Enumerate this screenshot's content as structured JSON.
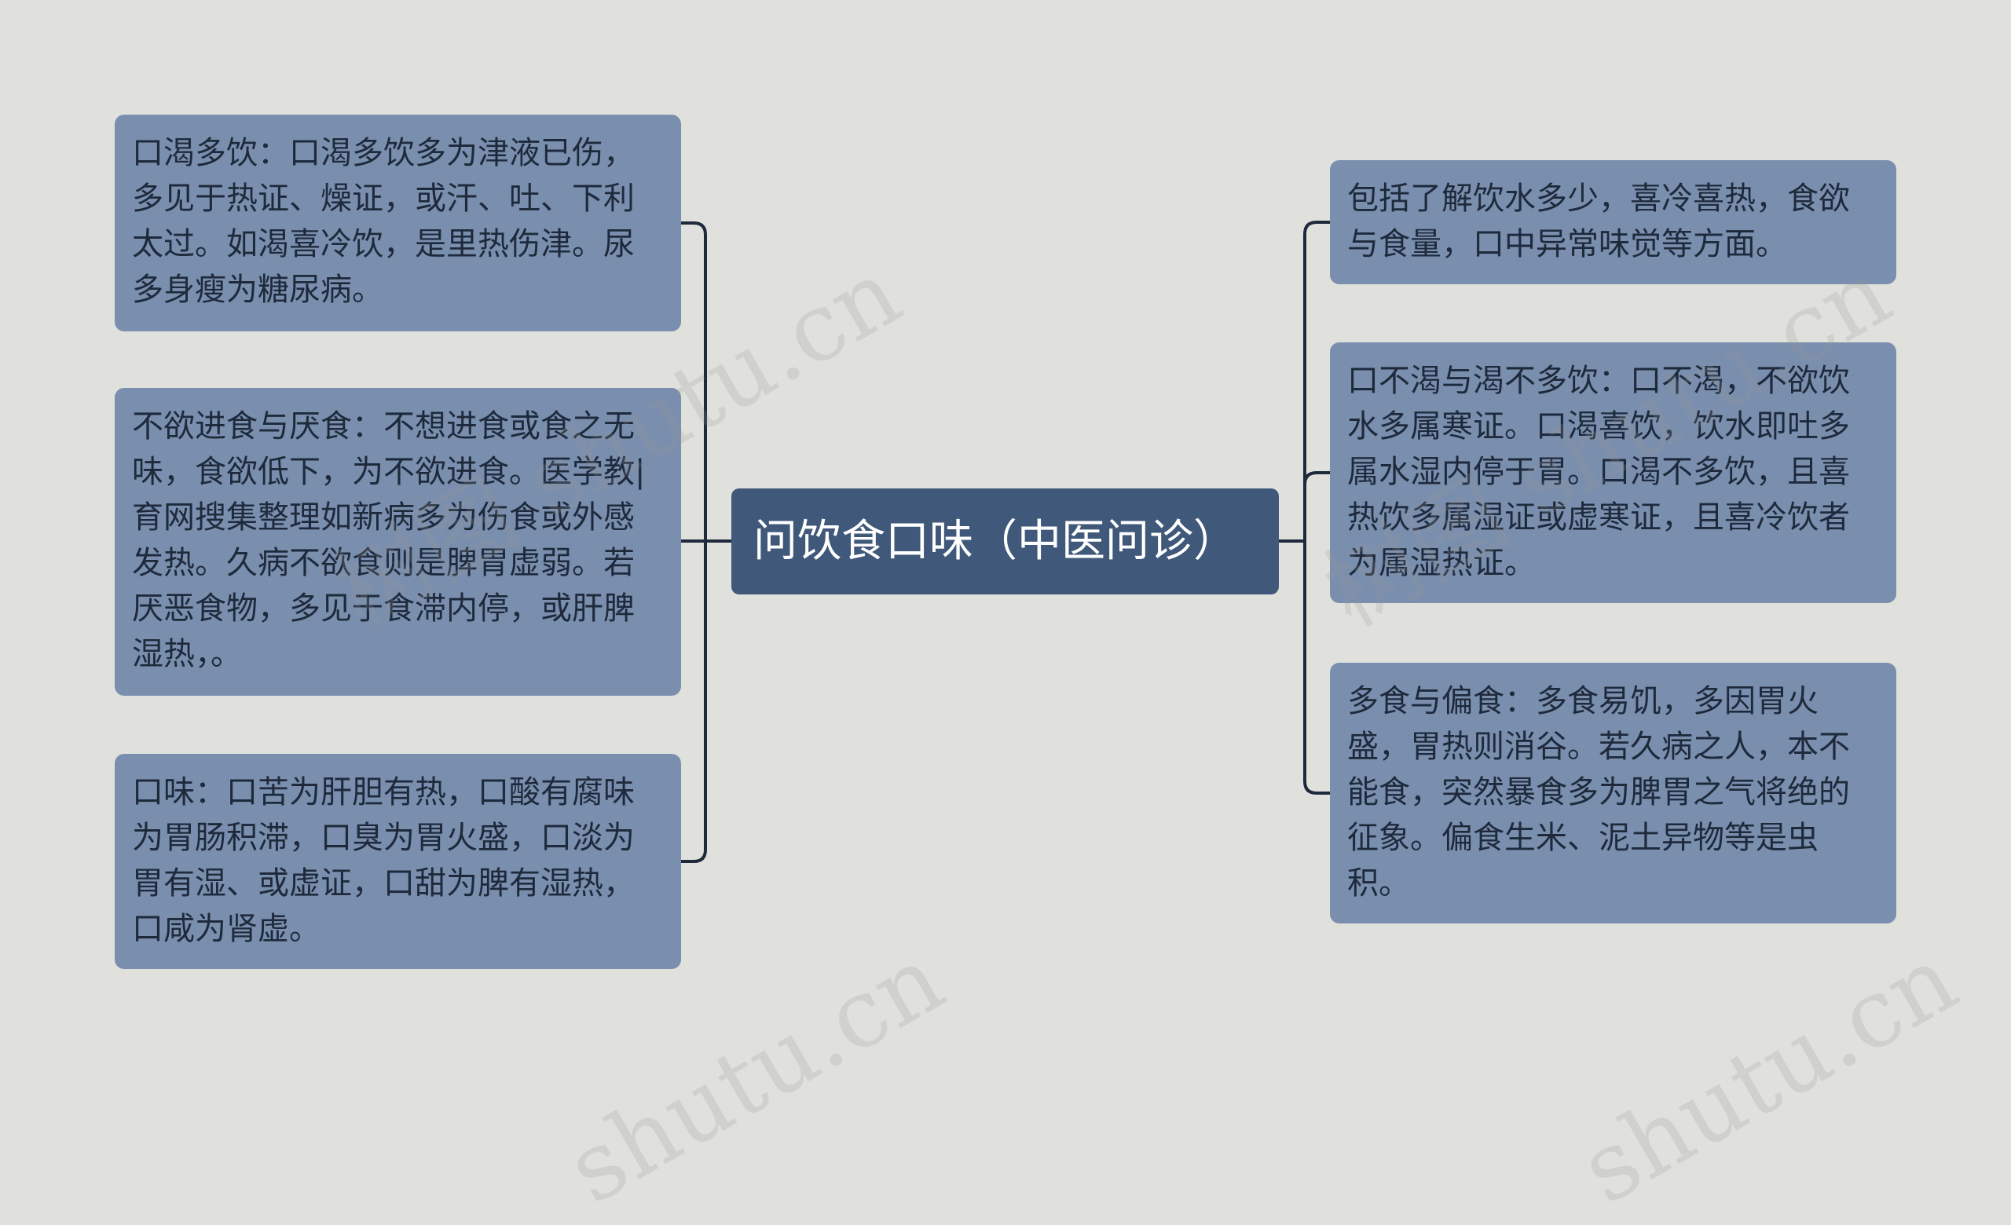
{
  "diagram": {
    "center": {
      "label": "问饮食口味（中医问诊）"
    },
    "left_nodes": [
      "口渴多饮：口渴多饮多为津液已伤，多见于热证、燥证，或汗、吐、下利太过。如渴喜冷饮，是里热伤津。尿多身瘦为糖尿病。",
      "不欲进食与厌食：不想进食或食之无味，食欲低下，为不欲进食。医学教|育网搜集整理如新病多为伤食或外感发热。久病不欲食则是脾胃虚弱。若厌恶食物，多见于食滞内停，或肝脾湿热，。",
      "口味：口苦为肝胆有热，口酸有腐味为胃肠积滞，口臭为胃火盛，口淡为胃有湿、或虚证，口甜为脾有湿热，口咸为肾虚。"
    ],
    "right_nodes": [
      "包括了解饮水多少，喜冷喜热，食欲与食量，口中异常味觉等方面。",
      "口不渴与渴不多饮：口不渴，不欲饮水多属寒证。口渴喜饮，饮水即吐多属水湿内停于胃。口渴不多饮，且喜热饮多属湿证或虚寒证，且喜冷饮者为属湿热证。",
      "多食与偏食：多食易饥，多因胃火盛，胃热则消谷。若久病之人，本不能食，突然暴食多为脾胃之气将绝的征象。偏食生米、泥土异物等是虫积。"
    ]
  },
  "watermarks": [
    "树图 shutu.cn",
    "树图 shutu.cn",
    "shutu.cn",
    "shutu.cn"
  ],
  "colors": {
    "background": "#e0e1dd",
    "center_fill": "#40597a",
    "node_fill": "#7a8fae",
    "connector": "#1e2a3c"
  }
}
